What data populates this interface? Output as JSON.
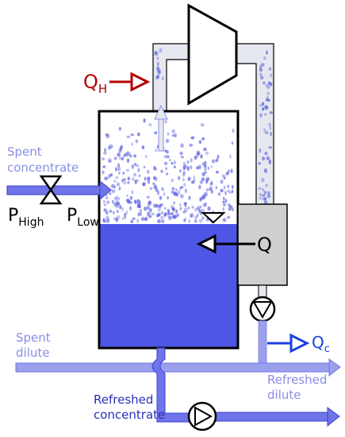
{
  "labels": {
    "spent_concentrate_line1": "Spent",
    "spent_concentrate_line2": "concentrate",
    "p_high_main": "P",
    "p_high_sub": "High",
    "p_low_main": "P",
    "p_low_sub": "Low",
    "q_h_main": "Q",
    "q_h_sub": "H",
    "q_heat": "Q",
    "q_c_main": "Q",
    "q_c_sub": "c",
    "spent_dilute_line1": "Spent",
    "spent_dilute_line2": "dilute",
    "refreshed_dilute_line1": "Refreshed",
    "refreshed_dilute_line2": "dilute",
    "refreshed_concentrate_line1": "Refreshed",
    "refreshed_concentrate_line2": "concentrate"
  },
  "colors": {
    "liquid": "#4f55e6",
    "pipe_blue": "#6f74e8",
    "pipe_light": "#9aa0ec",
    "vapor_pipe": "#e6e8ef",
    "heat_exchanger": "#cfcfcf",
    "heat_in_arrow": "#b40000",
    "cold_out_arrow": "#1a3fe0",
    "label_light": "#8a8ee6",
    "label_dark": "#2a2fb8",
    "outline": "#000000"
  }
}
